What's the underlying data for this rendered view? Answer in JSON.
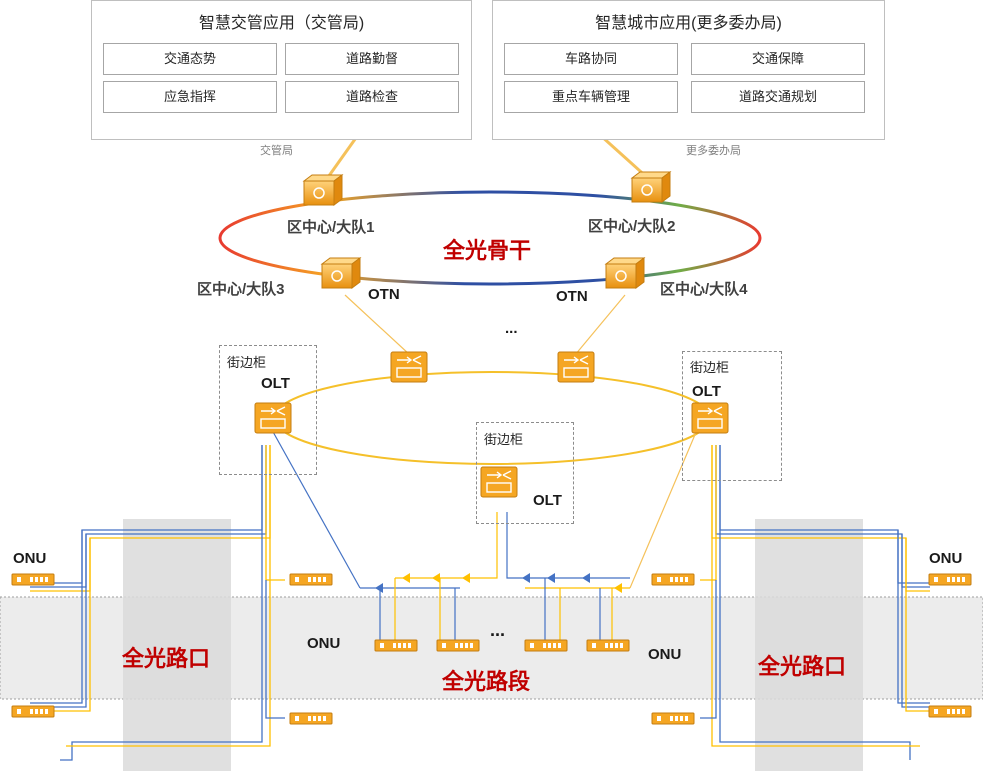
{
  "apps": {
    "left": {
      "title": "智慧交管应用（交管局)",
      "cells": [
        "交通态势",
        "道路勤督",
        "应急指挥",
        "道路检查"
      ]
    },
    "right": {
      "title": "智慧城市应用(更多委办局)",
      "cells": [
        "车路协同",
        "交通保障",
        "重点车辆管理",
        "道路交通规划"
      ]
    }
  },
  "switch_labels": {
    "left": "交管局",
    "right": "更多委办局"
  },
  "backbone": {
    "title": "全光骨干",
    "nodes": [
      "区中心/大队1",
      "区中心/大队2",
      "区中心/大队3",
      "区中心/大队4"
    ],
    "otn": "OTN",
    "ellipsis": "..."
  },
  "cabinet_label": "街边柜",
  "olt_label": "OLT",
  "onu_label": "ONU",
  "ellipsis": "...",
  "areas": {
    "intersection": "全光路口",
    "segment": "全光路段"
  },
  "colors": {
    "orange": "#f5a623",
    "blue": "#4472c4",
    "yellow": "#ffc000",
    "red": "#c00000"
  }
}
